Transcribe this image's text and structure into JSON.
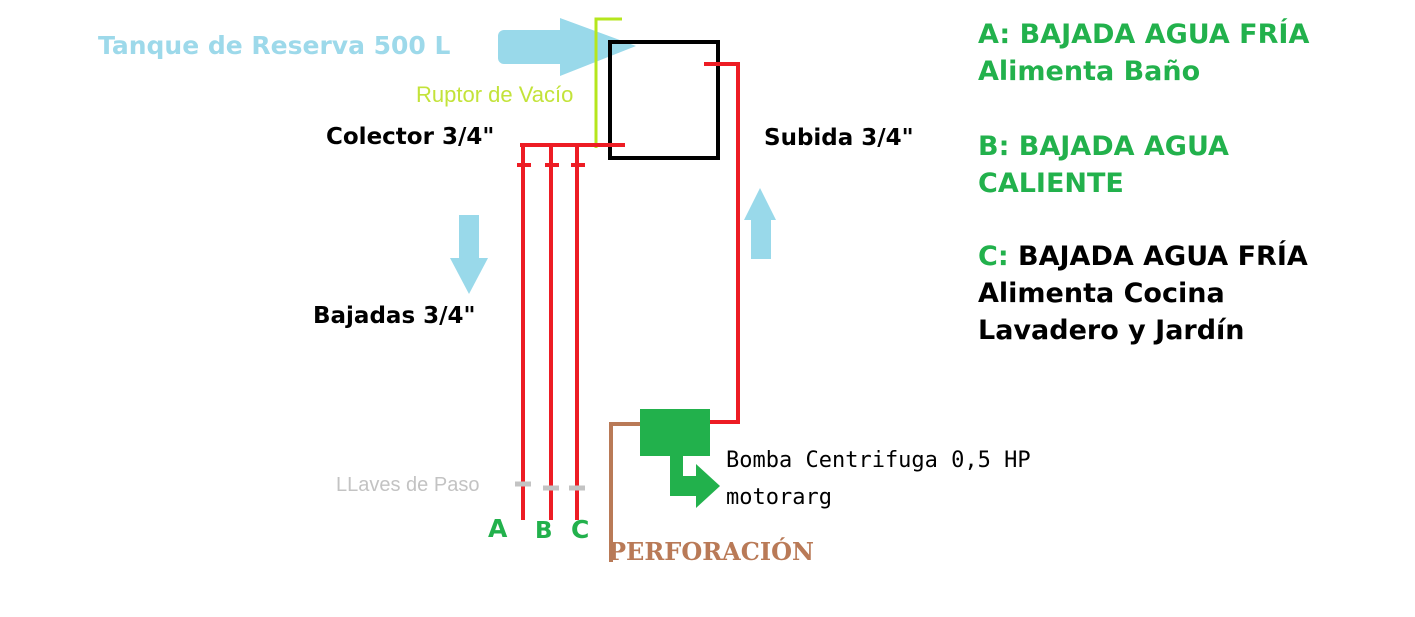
{
  "labels": {
    "tank": "Tanque de Reserva 500 L",
    "vacuum_breaker": "Ruptor de Vacío",
    "collector": "Colector 3/4\"",
    "rise": "Subida 3/4\"",
    "downpipes": "Bajadas 3/4\"",
    "valves": "LLaves de Paso",
    "letter_a": "A",
    "letter_b": "B",
    "letter_c": "C",
    "borehole": "PERFORACIÓN",
    "pump": "Bomba Centrifuga 0,5  HP",
    "pump_brand": "motorarg"
  },
  "legend": {
    "a_line1": "A: BAJADA AGUA FRÍA",
    "a_line2": "Alimenta Baño",
    "b_line1": "B: BAJADA AGUA",
    "b_line2": "CALIENTE",
    "c_prefix": "C:",
    "c_line1": "BAJADA AGUA FRÍA",
    "c_line2": "Alimenta Cocina",
    "c_line3": "Lavadero y Jardín"
  },
  "colors": {
    "pipe": "#ed1c24",
    "tank_outline": "#000000",
    "arrow": "#99d9ea",
    "vacuum_breaker": "#b5e61d",
    "pump": "#22b14c",
    "borehole_pipe": "#b97a57",
    "valve": "#c3c3c3",
    "legend_green": "#22b14c"
  },
  "icons": [
    "tank-fill-arrow-icon",
    "down-flow-arrow-icon",
    "up-flow-arrow-icon",
    "pump-outlet-arrow-icon"
  ]
}
